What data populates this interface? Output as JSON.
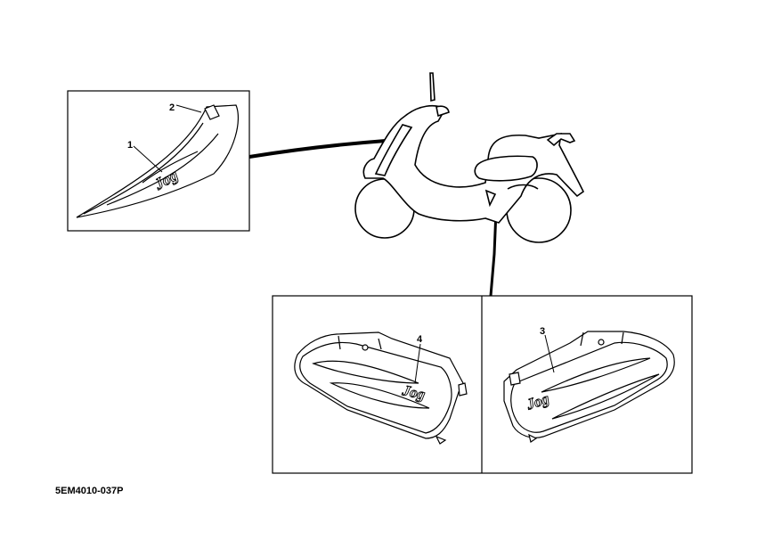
{
  "diagram": {
    "callouts": [
      "1",
      "2",
      "3",
      "4"
    ],
    "figure_code": "5EM4010-037P",
    "colors": {
      "line": "#000000",
      "panel": "#ffffff",
      "scooter_fill": "#ffffff"
    }
  }
}
